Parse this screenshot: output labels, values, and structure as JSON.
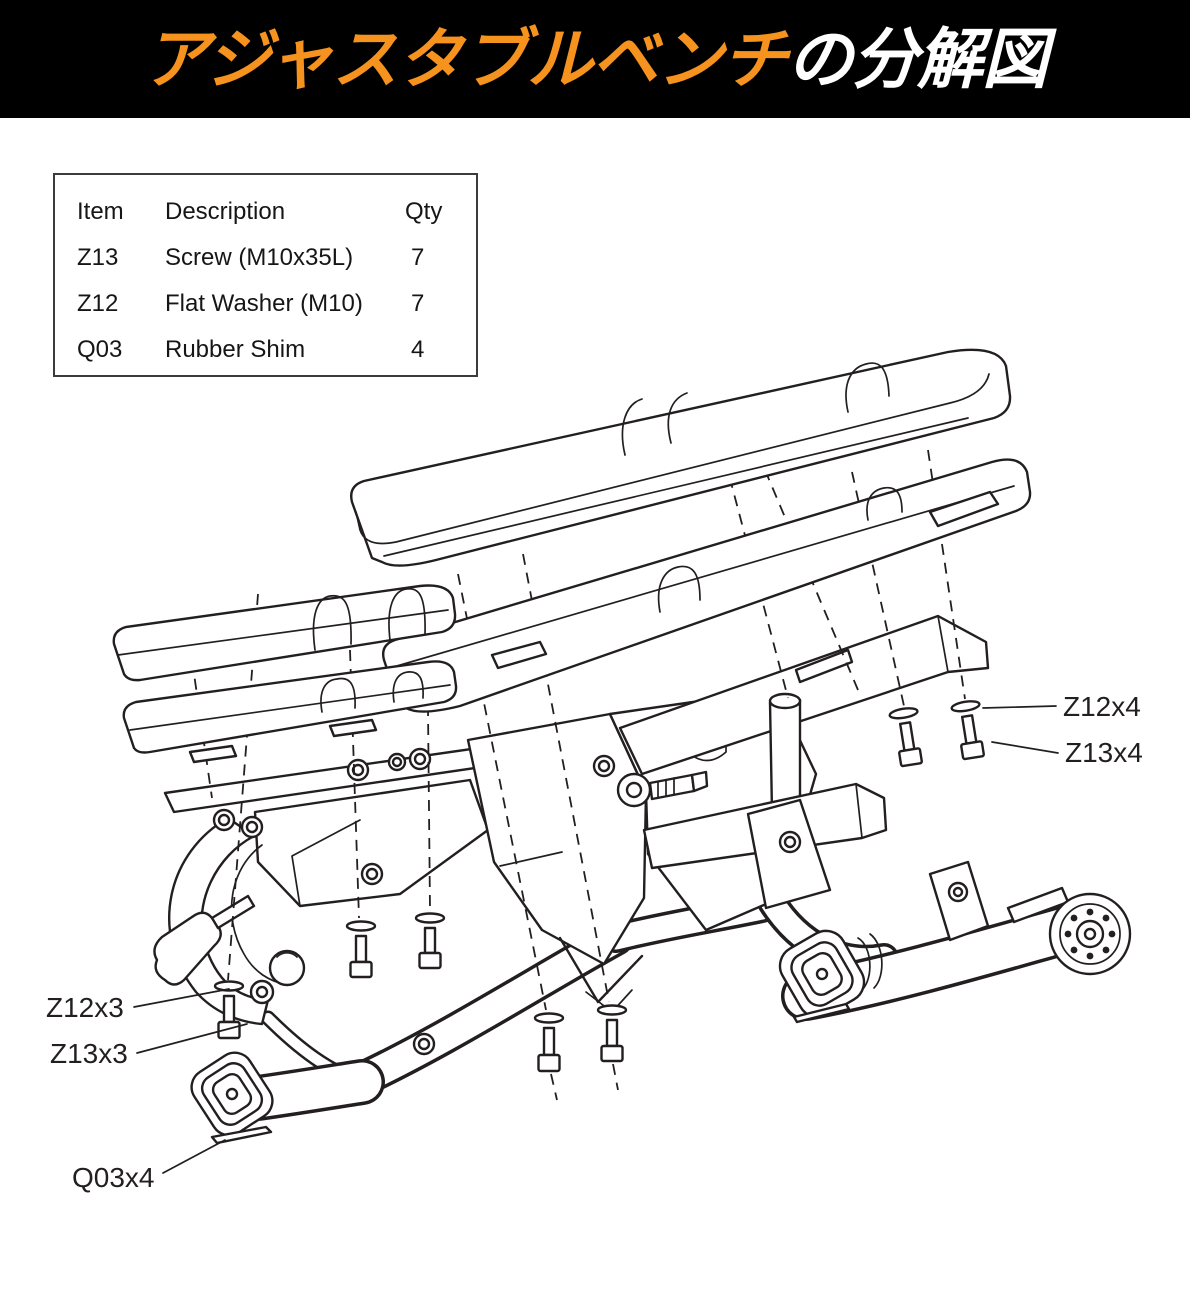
{
  "header": {
    "title_highlight": "アジャスタブルベンチ",
    "title_rest": "の分解図",
    "highlight_color": "#F6921E",
    "text_color": "#FFFFFF",
    "background_color": "#000000"
  },
  "parts_table": {
    "headers": [
      "Item",
      "Description",
      "Qty"
    ],
    "rows": [
      {
        "item": "Z13",
        "description": "Screw (M10x35L)",
        "qty": "7"
      },
      {
        "item": "Z12",
        "description": "Flat Washer (M10)",
        "qty": "7"
      },
      {
        "item": "Q03",
        "description": "Rubber Shim",
        "qty": "4"
      }
    ]
  },
  "diagram": {
    "line_color": "#231F20",
    "callouts": {
      "right_washer": "Z12x4",
      "right_screw": "Z13x4",
      "left_washer": "Z12x3",
      "left_screw": "Z13x3",
      "shim": "Q03x4"
    }
  }
}
